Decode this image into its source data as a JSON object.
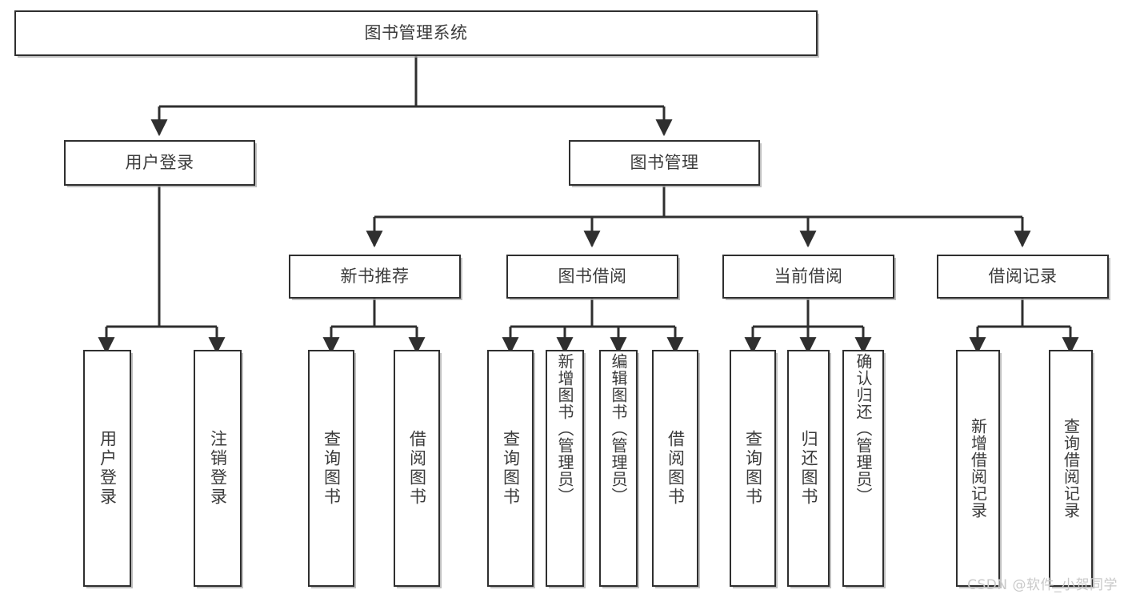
{
  "diagram": {
    "title": "图书管理系统",
    "type": "tree-hierarchy",
    "watermark": "CSDN @软件_小贺同学",
    "colors": {
      "stroke": "#2f2f2f",
      "text": "#3b3b3b",
      "background": "#ffffff",
      "shadow": "#aaaaaa",
      "watermark": "#c9c9c9"
    },
    "root": {
      "label": "图书管理系统"
    },
    "tier2": [
      {
        "label": "用户登录"
      },
      {
        "label": "图书管理"
      }
    ],
    "tier3": [
      {
        "label": "新书推荐"
      },
      {
        "label": "图书借阅"
      },
      {
        "label": "当前借阅"
      },
      {
        "label": "借阅记录"
      }
    ],
    "leaves": {
      "user_login": [
        {
          "label": "用户登录"
        },
        {
          "label": "注销登录"
        }
      ],
      "new_book_recommend": [
        {
          "label": "查询图书"
        },
        {
          "label": "借阅图书"
        }
      ],
      "book_borrow": [
        {
          "label": "查询图书"
        },
        {
          "label": "新增图书（管理员）"
        },
        {
          "label": "编辑图书（管理员）"
        },
        {
          "label": "借阅图书"
        }
      ],
      "current_borrow": [
        {
          "label": "查询图书"
        },
        {
          "label": "归还图书"
        },
        {
          "label": "确认归还（管理员）"
        }
      ],
      "borrow_record": [
        {
          "label": "新增借阅记录"
        },
        {
          "label": "查询借阅记录"
        }
      ]
    }
  }
}
